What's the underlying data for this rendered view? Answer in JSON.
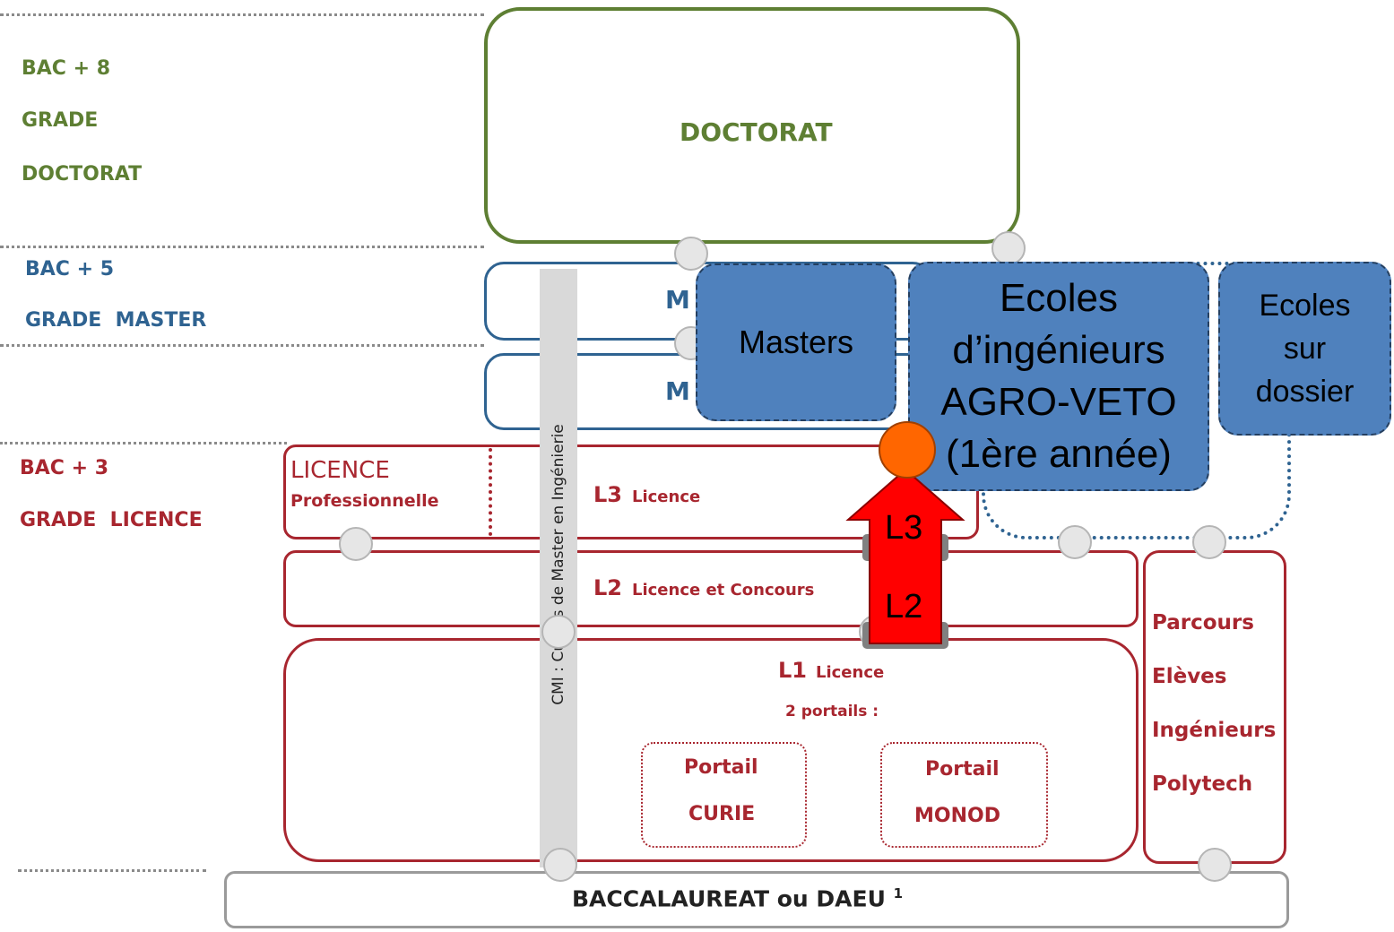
{
  "levels": {
    "bac8": "BAC + 8",
    "grade_doctorat_1": "GRADE",
    "grade_doctorat_2": "DOCTORAT",
    "bac5": "BAC + 5",
    "grade_master": "GRADE  MASTER",
    "bac3": "BAC + 3",
    "grade_licence": "GRADE  LICENCE"
  },
  "boxes": {
    "doctorat": "DOCTORAT",
    "m2": "M",
    "m1": "M",
    "licence_pro_1": "LICENCE",
    "licence_pro_2": "Professionnelle",
    "l3_code": "L3",
    "l3_text": "Licence",
    "l2_code": "L2",
    "l2_text": "Licence et Concours",
    "l1_code": "L1",
    "l1_text": "Licence",
    "portails": "2 portails :",
    "portail_curie_1": "Portail",
    "portail_curie_2": "CURIE",
    "portail_monod_1": "Portail",
    "portail_monod_2": "MONOD",
    "bac": "BACCALAUREAT ou DAEU",
    "bac_sup": "1",
    "cmi": "CMI : Cursus de Master en Ingénierie",
    "polytech_1": "Parcours",
    "polytech_2": "Elèves",
    "polytech_3": "Ingénieurs",
    "polytech_4": "Polytech"
  },
  "callouts": {
    "masters": "Masters",
    "ing_1": "Ecoles",
    "ing_2": "d’ingénieurs",
    "ing_3": "AGRO-VETO",
    "ing_4": "(1ère année)",
    "dossier_1": "Ecoles",
    "dossier_2": "sur",
    "dossier_3": "dossier"
  },
  "arrow": {
    "top_label": "L3",
    "bottom_label": "L2"
  },
  "colors": {
    "green": "#5e7f33",
    "blue": "#2f6391",
    "red": "#a8262f",
    "callout_fill": "#4f81bd",
    "arrow_fill": "#ff0000",
    "marker_fill": "#ff6600"
  }
}
